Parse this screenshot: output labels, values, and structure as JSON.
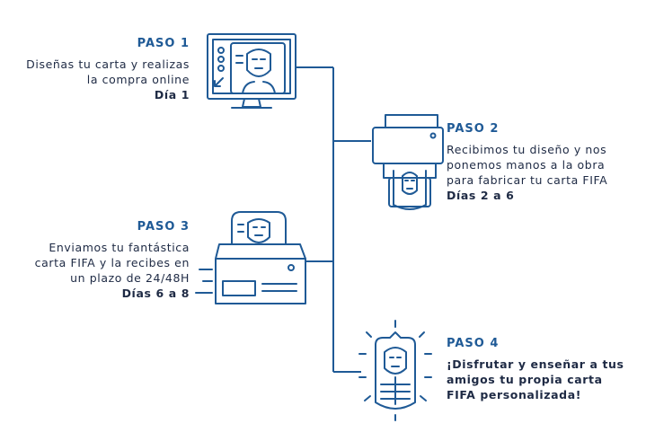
{
  "accent_color": "#1f5a96",
  "text_color": "#1e2a44",
  "steps": [
    {
      "title": "PASO 1",
      "lines": [
        "Diseñas tu carta y realizas",
        "la compra online"
      ],
      "days": "Día 1",
      "icon": "monitor-icon"
    },
    {
      "title": "PASO 2",
      "lines": [
        "Recibimos tu diseño y nos",
        "ponemos manos a la obra",
        "para fabricar tu carta FIFA"
      ],
      "days": "Días 2 a 6",
      "icon": "printer-icon"
    },
    {
      "title": "PASO 3",
      "lines": [
        "Enviamos tu fantástica",
        "carta FIFA y la recibes en",
        "un plazo de 24/48H"
      ],
      "days": "Días 6 a 8",
      "icon": "shipping-box-icon"
    },
    {
      "title": "PASO 4",
      "lines": [
        "¡Disfrutar y enseñar a tus",
        "amigos tu propia carta",
        "FIFA personalizada!"
      ],
      "days": "",
      "icon": "shining-card-icon"
    }
  ]
}
